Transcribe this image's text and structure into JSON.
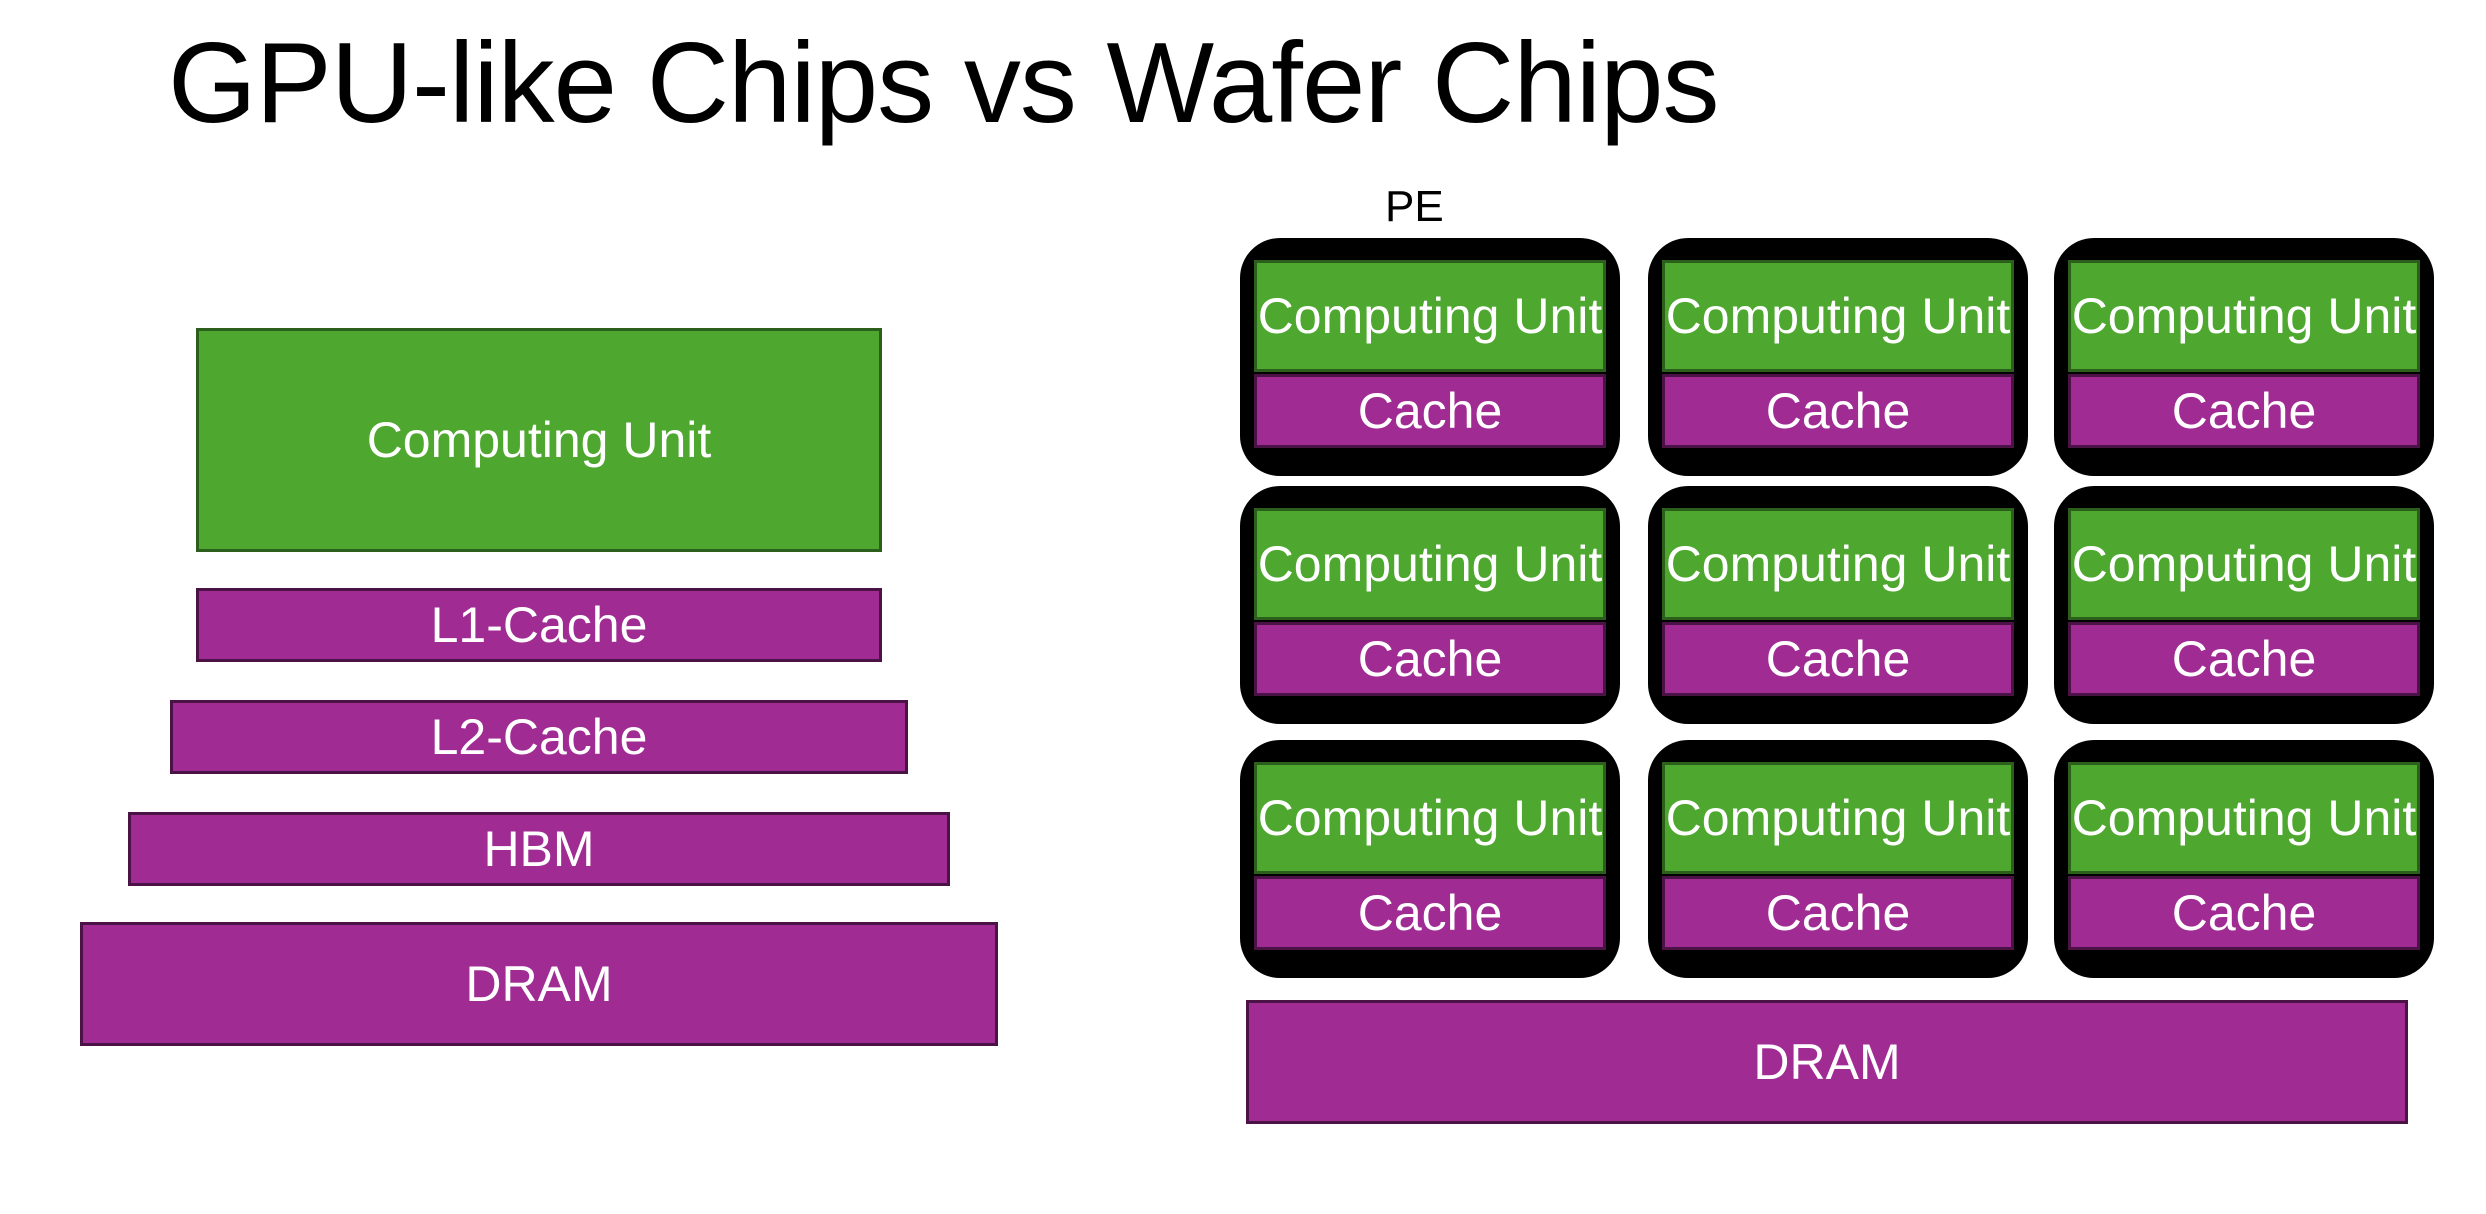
{
  "title": "GPU-like Chips vs Wafer Chips",
  "colors": {
    "computing": "#4ea72e",
    "memory": "#a02b93",
    "pe_frame": "#000000"
  },
  "gpu": {
    "computing_unit": "Computing Unit",
    "l1": "L1-Cache",
    "l2": "L2-Cache",
    "hbm": "HBM",
    "dram": "DRAM"
  },
  "wafer": {
    "pe_label": "PE",
    "pes": [
      {
        "computing": "Computing Unit",
        "cache": "Cache"
      },
      {
        "computing": "Computing Unit",
        "cache": "Cache"
      },
      {
        "computing": "Computing Unit",
        "cache": "Cache"
      },
      {
        "computing": "Computing Unit",
        "cache": "Cache"
      },
      {
        "computing": "Computing Unit",
        "cache": "Cache"
      },
      {
        "computing": "Computing Unit",
        "cache": "Cache"
      },
      {
        "computing": "Computing Unit",
        "cache": "Cache"
      },
      {
        "computing": "Computing Unit",
        "cache": "Cache"
      },
      {
        "computing": "Computing Unit",
        "cache": "Cache"
      }
    ],
    "dram": "DRAM"
  }
}
